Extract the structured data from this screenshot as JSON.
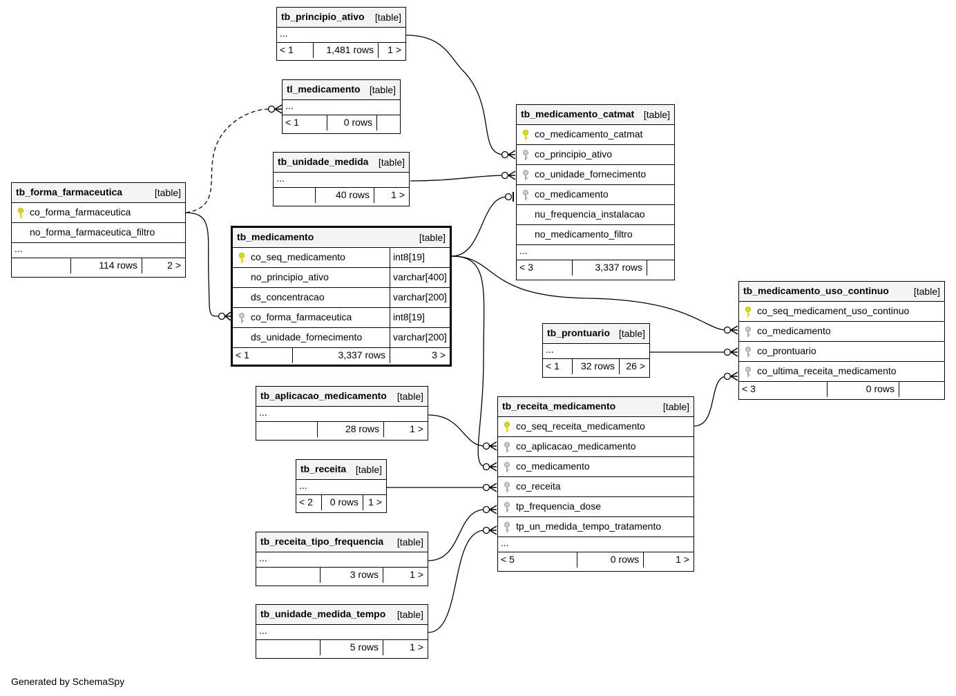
{
  "footer": "Generated by SchemaSpy",
  "colors": {
    "primary_key": "#e8d800",
    "foreign_key": "#aaaaaa",
    "header_bg": "#f4f4f4"
  },
  "tables": {
    "tb_principio_ativo": {
      "name": "tb_principio_ativo",
      "kind": "[table]",
      "ellipsis": "...",
      "prev": "< 1",
      "rows": "1,481 rows",
      "next": "1 >"
    },
    "tl_medicamento": {
      "name": "tl_medicamento",
      "kind": "[table]",
      "ellipsis": "...",
      "prev": "< 1",
      "rows": "0 rows",
      "next": ""
    },
    "tb_unidade_medida": {
      "name": "tb_unidade_medida",
      "kind": "[table]",
      "ellipsis": "...",
      "prev": "",
      "rows": "40 rows",
      "next": "1 >"
    },
    "tb_forma_farmaceutica": {
      "name": "tb_forma_farmaceutica",
      "kind": "[table]",
      "columns": [
        "co_forma_farmaceutica",
        "no_forma_farmaceutica_filtro"
      ],
      "ellipsis": "...",
      "prev": "",
      "rows": "114 rows",
      "next": "2 >"
    },
    "tb_medicamento": {
      "name": "tb_medicamento",
      "kind": "[table]",
      "columns": [
        {
          "name": "co_seq_medicamento",
          "type": "int8[19]"
        },
        {
          "name": "no_principio_ativo",
          "type": "varchar[400]"
        },
        {
          "name": "ds_concentracao",
          "type": "varchar[200]"
        },
        {
          "name": "co_forma_farmaceutica",
          "type": "int8[19]"
        },
        {
          "name": "ds_unidade_fornecimento",
          "type": "varchar[200]"
        }
      ],
      "prev": "< 1",
      "rows": "3,337 rows",
      "next": "3 >"
    },
    "tb_medicamento_catmat": {
      "name": "tb_medicamento_catmat",
      "kind": "[table]",
      "columns": [
        "co_medicamento_catmat",
        "co_principio_ativo",
        "co_unidade_fornecimento",
        "co_medicamento",
        "nu_frequencia_instalacao",
        "no_medicamento_filtro"
      ],
      "ellipsis": "...",
      "prev": "< 3",
      "rows": "3,337 rows",
      "next": ""
    },
    "tb_medicamento_uso_continuo": {
      "name": "tb_medicamento_uso_continuo",
      "kind": "[table]",
      "columns": [
        "co_seq_medicament_uso_continuo",
        "co_medicamento",
        "co_prontuario",
        "co_ultima_receita_medicamento"
      ],
      "prev": "< 3",
      "rows": "0 rows",
      "next": ""
    },
    "tb_prontuario": {
      "name": "tb_prontuario",
      "kind": "[table]",
      "ellipsis": "...",
      "prev": "< 1",
      "rows": "32 rows",
      "next": "26 >"
    },
    "tb_aplicacao_medicamento": {
      "name": "tb_aplicacao_medicamento",
      "kind": "[table]",
      "ellipsis": "...",
      "prev": "",
      "rows": "28 rows",
      "next": "1 >"
    },
    "tb_receita_medicamento": {
      "name": "tb_receita_medicamento",
      "kind": "[table]",
      "columns": [
        "co_seq_receita_medicamento",
        "co_aplicacao_medicamento",
        "co_medicamento",
        "co_receita",
        "tp_frequencia_dose",
        "tp_un_medida_tempo_tratamento"
      ],
      "ellipsis": "...",
      "prev": "< 5",
      "rows": "0 rows",
      "next": "1 >"
    },
    "tb_receita": {
      "name": "tb_receita",
      "kind": "[table]",
      "ellipsis": "...",
      "prev": "< 2",
      "rows": "0 rows",
      "next": "1 >"
    },
    "tb_receita_tipo_frequencia": {
      "name": "tb_receita_tipo_frequencia",
      "kind": "[table]",
      "ellipsis": "...",
      "prev": "",
      "rows": "3 rows",
      "next": "1 >"
    },
    "tb_unidade_medida_tempo": {
      "name": "tb_unidade_medida_tempo",
      "kind": "[table]",
      "ellipsis": "...",
      "prev": "",
      "rows": "5 rows",
      "next": "1 >"
    }
  }
}
